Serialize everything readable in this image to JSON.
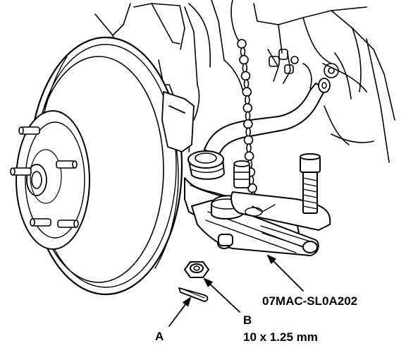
{
  "callouts": {
    "a": "A",
    "b": "B",
    "b_size": "10 x 1.25 mm",
    "tool_number": "07MAC-SL0A202"
  },
  "colors": {
    "ink": "#000000",
    "paper": "#ffffff"
  }
}
